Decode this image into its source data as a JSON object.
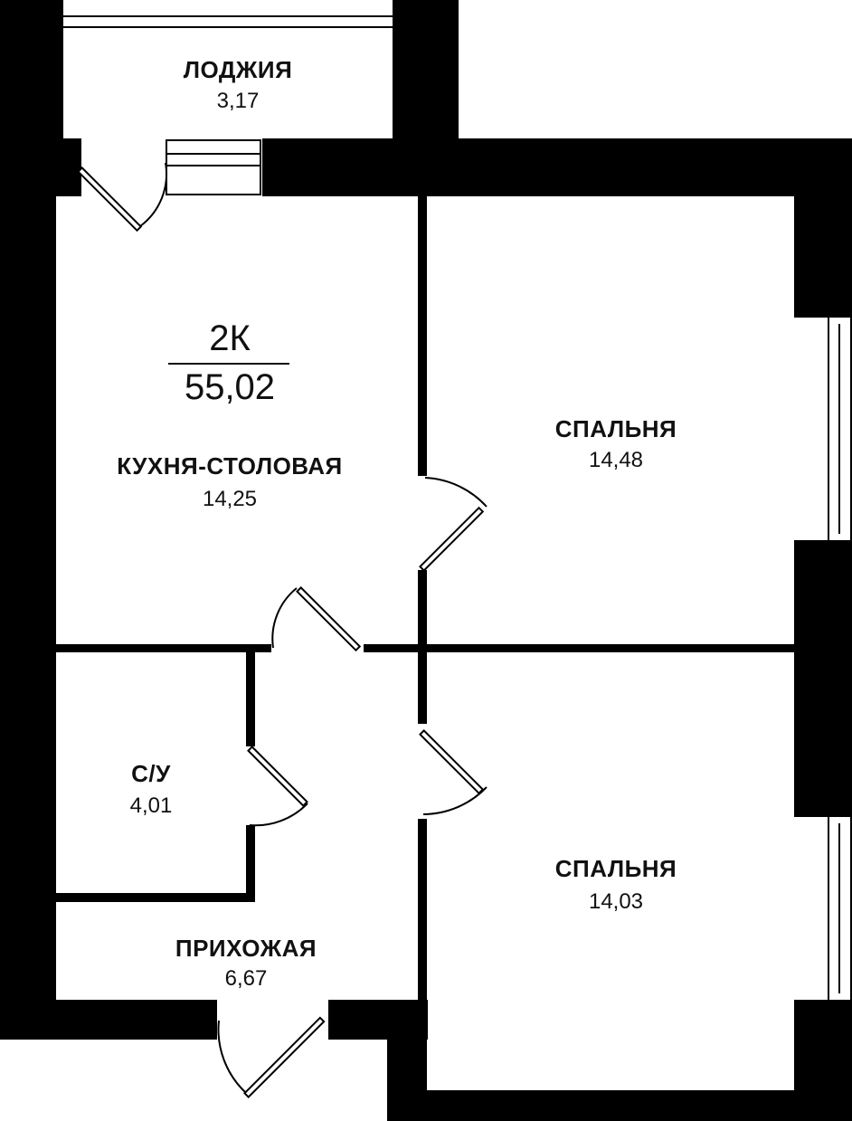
{
  "plan": {
    "apartment_type": "2К",
    "total_area": "55,02",
    "wall_color": "#000000",
    "background_color": "#ffffff",
    "rooms": [
      {
        "name": "ЛОДЖИЯ",
        "area": "3,17"
      },
      {
        "name": "КУХНЯ-СТОЛОВАЯ",
        "area": "14,25"
      },
      {
        "name": "СПАЛЬНЯ",
        "area": "14,48"
      },
      {
        "name": "С/У",
        "area": "4,01"
      },
      {
        "name": "СПАЛЬНЯ",
        "area": "14,03"
      },
      {
        "name": "ПРИХОЖАЯ",
        "area": "6,67"
      }
    ]
  }
}
